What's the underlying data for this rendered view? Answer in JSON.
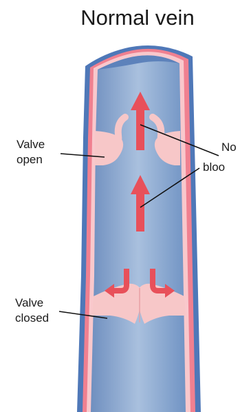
{
  "title": "Normal vein",
  "labels": {
    "valve_open_line1": "Valve",
    "valve_open_line2": "open",
    "valve_closed_line1": "Valve",
    "valve_closed_line2": "closed",
    "flow_line1": "No",
    "flow_line2": "bloo"
  },
  "colors": {
    "vessel_outer": "#4f78b8",
    "vessel_wall_pink": "#f08090",
    "vessel_lining": "#f9c8cc",
    "lumen_light": "#9cb5d6",
    "lumen_dark": "#6f8fbf",
    "valve_fill": "#f7c7c8",
    "arrow_red": "#e8505a",
    "text": "#1a1a1a"
  }
}
